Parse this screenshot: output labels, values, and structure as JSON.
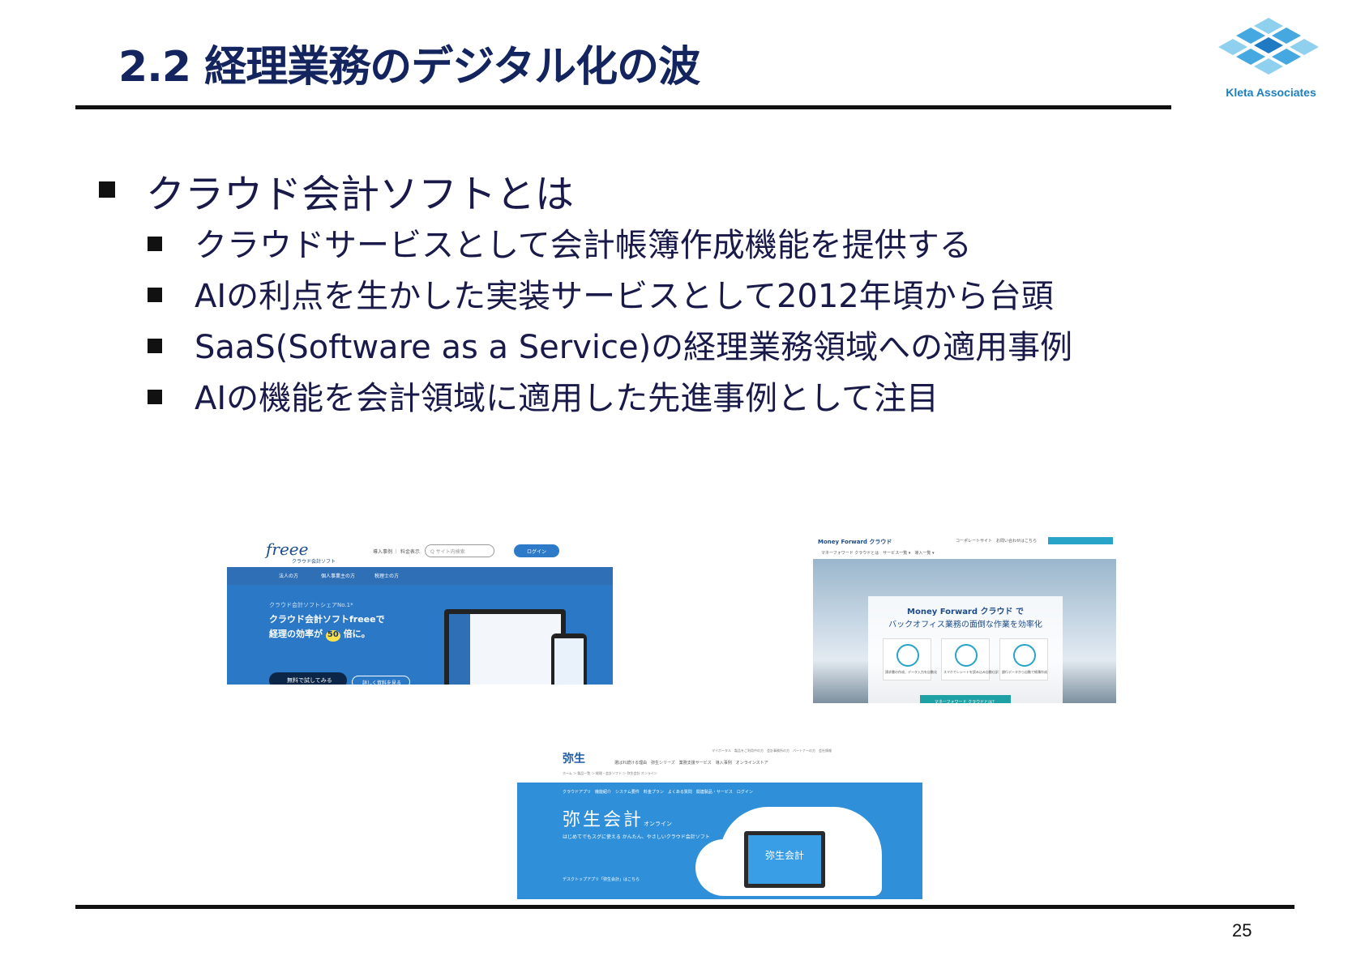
{
  "slide": {
    "title": "2.2 経理業務のデジタル化の波",
    "logo_text": "Kleta Associates",
    "page_number": "25"
  },
  "bullets": {
    "main": "クラウド会計ソフトとは",
    "sub": [
      "クラウドサービスとして会計帳簿作成機能を提供する",
      "AIの利点を生かした実装サービスとして2012年頃から台頭",
      "SaaS(Software as a Service)の経理業務領域への適用事例",
      "AIの機能を会計領域に適用した先進事例として注目"
    ]
  },
  "screenshots": {
    "freee": {
      "logo": "freee",
      "logo_sub": "クラウド会計ソフト",
      "header_links": "導入事例 ｜ 料金表示",
      "search_placeholder": "Q サイト内検索",
      "login": "ログイン",
      "nav": [
        "法人の方",
        "個人事業主の方",
        "税理士の方"
      ],
      "hero_small": "クラウド会計ソフトシェアNo.1*",
      "hero_line1": "クラウド会計ソフトfreeeで",
      "hero_line2_pre": "経理の効率が",
      "hero_badge": "50",
      "hero_line2_post": "倍に。",
      "cta_primary": "無料で試してみる",
      "cta_secondary": "詳しく資料を見る"
    },
    "moneyforward": {
      "logo": "Money Forward クラウド",
      "nav": "マネーフォワード クラウドとは　サービス一覧 ▾　導入一覧 ▾",
      "links": "コーポレートサイト　お問い合わせはこちら",
      "card_title": "Money Forward クラウド で",
      "card_sub": "バックオフィス業務の面倒な作業を効率化",
      "features": [
        "請求書の作成、データ入力を自動化",
        "スマホでレシートを読み込み自動仕訳",
        "銀行データから自動で帳簿作成"
      ],
      "cta": "マネーフォワード クラウドとは？"
    },
    "yayoi": {
      "logo": "弥生",
      "nav": "選ばれ続ける理由　弥生シリーズ　業務支援サービス　導入事例　オンラインストア",
      "top_links": "マイポータル　製品をご利用中の方　会計事務所の方　パートナーの方　会社情報",
      "breadcrumb": "ホーム ＞ 製品一覧 ＞ 経理・会計ソフト ＞ 弥生会計 オンライン",
      "tabs": "クラウドアプリ　機能紹介　システム要件　料金プラン　よくある質問　関連製品・サービス　ログイン",
      "product_name": "弥生会計",
      "product_suffix": "オンライン",
      "product_desc": "はじめてでもスグに使える かんたん、やさしいクラウド会計ソフト",
      "links": "デスクトップアプリ「弥生会計」はこちら",
      "screen_text": "弥生会計"
    }
  },
  "colors": {
    "title": "#13245e",
    "text": "#1a1a4a",
    "logo_blue": "#1a7fc4",
    "rule": "#111111"
  }
}
